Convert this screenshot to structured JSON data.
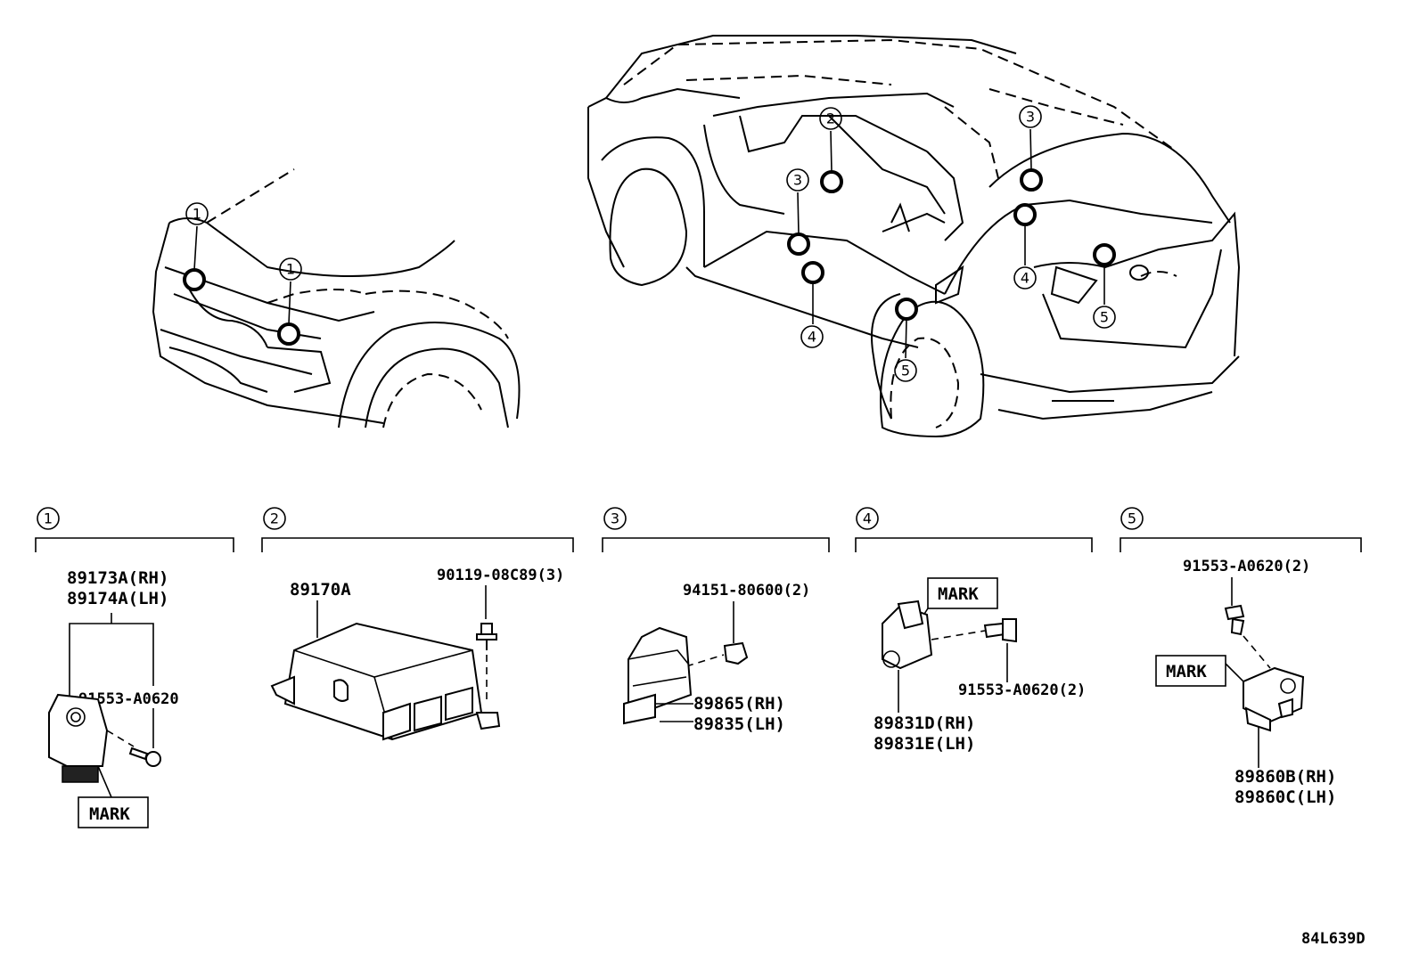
{
  "diagram_id": "84L639D",
  "sections": [
    {
      "num": "1",
      "parts": [
        "89173A(RH)",
        "89174A(LH)"
      ],
      "bolt": "91553-A0620",
      "mark": "MARK"
    },
    {
      "num": "2",
      "parts": [
        "89170A"
      ],
      "bolt": "90119-08C89(3)"
    },
    {
      "num": "3",
      "nut": "94151-80600(2)",
      "parts": [
        "89865(RH)",
        "89835(LH)"
      ]
    },
    {
      "num": "4",
      "mark": "MARK",
      "bolt": "91553-A0620(2)",
      "parts": [
        "89831D(RH)",
        "89831E(LH)"
      ]
    },
    {
      "num": "5",
      "bolt": "91553-A0620(2)",
      "mark": "MARK",
      "parts": [
        "89860B(RH)",
        "89860C(LH)"
      ]
    }
  ],
  "callouts": {
    "front_car": [
      "1",
      "1"
    ],
    "rear_car": [
      "2",
      "3",
      "3",
      "4",
      "4",
      "5",
      "5"
    ]
  }
}
